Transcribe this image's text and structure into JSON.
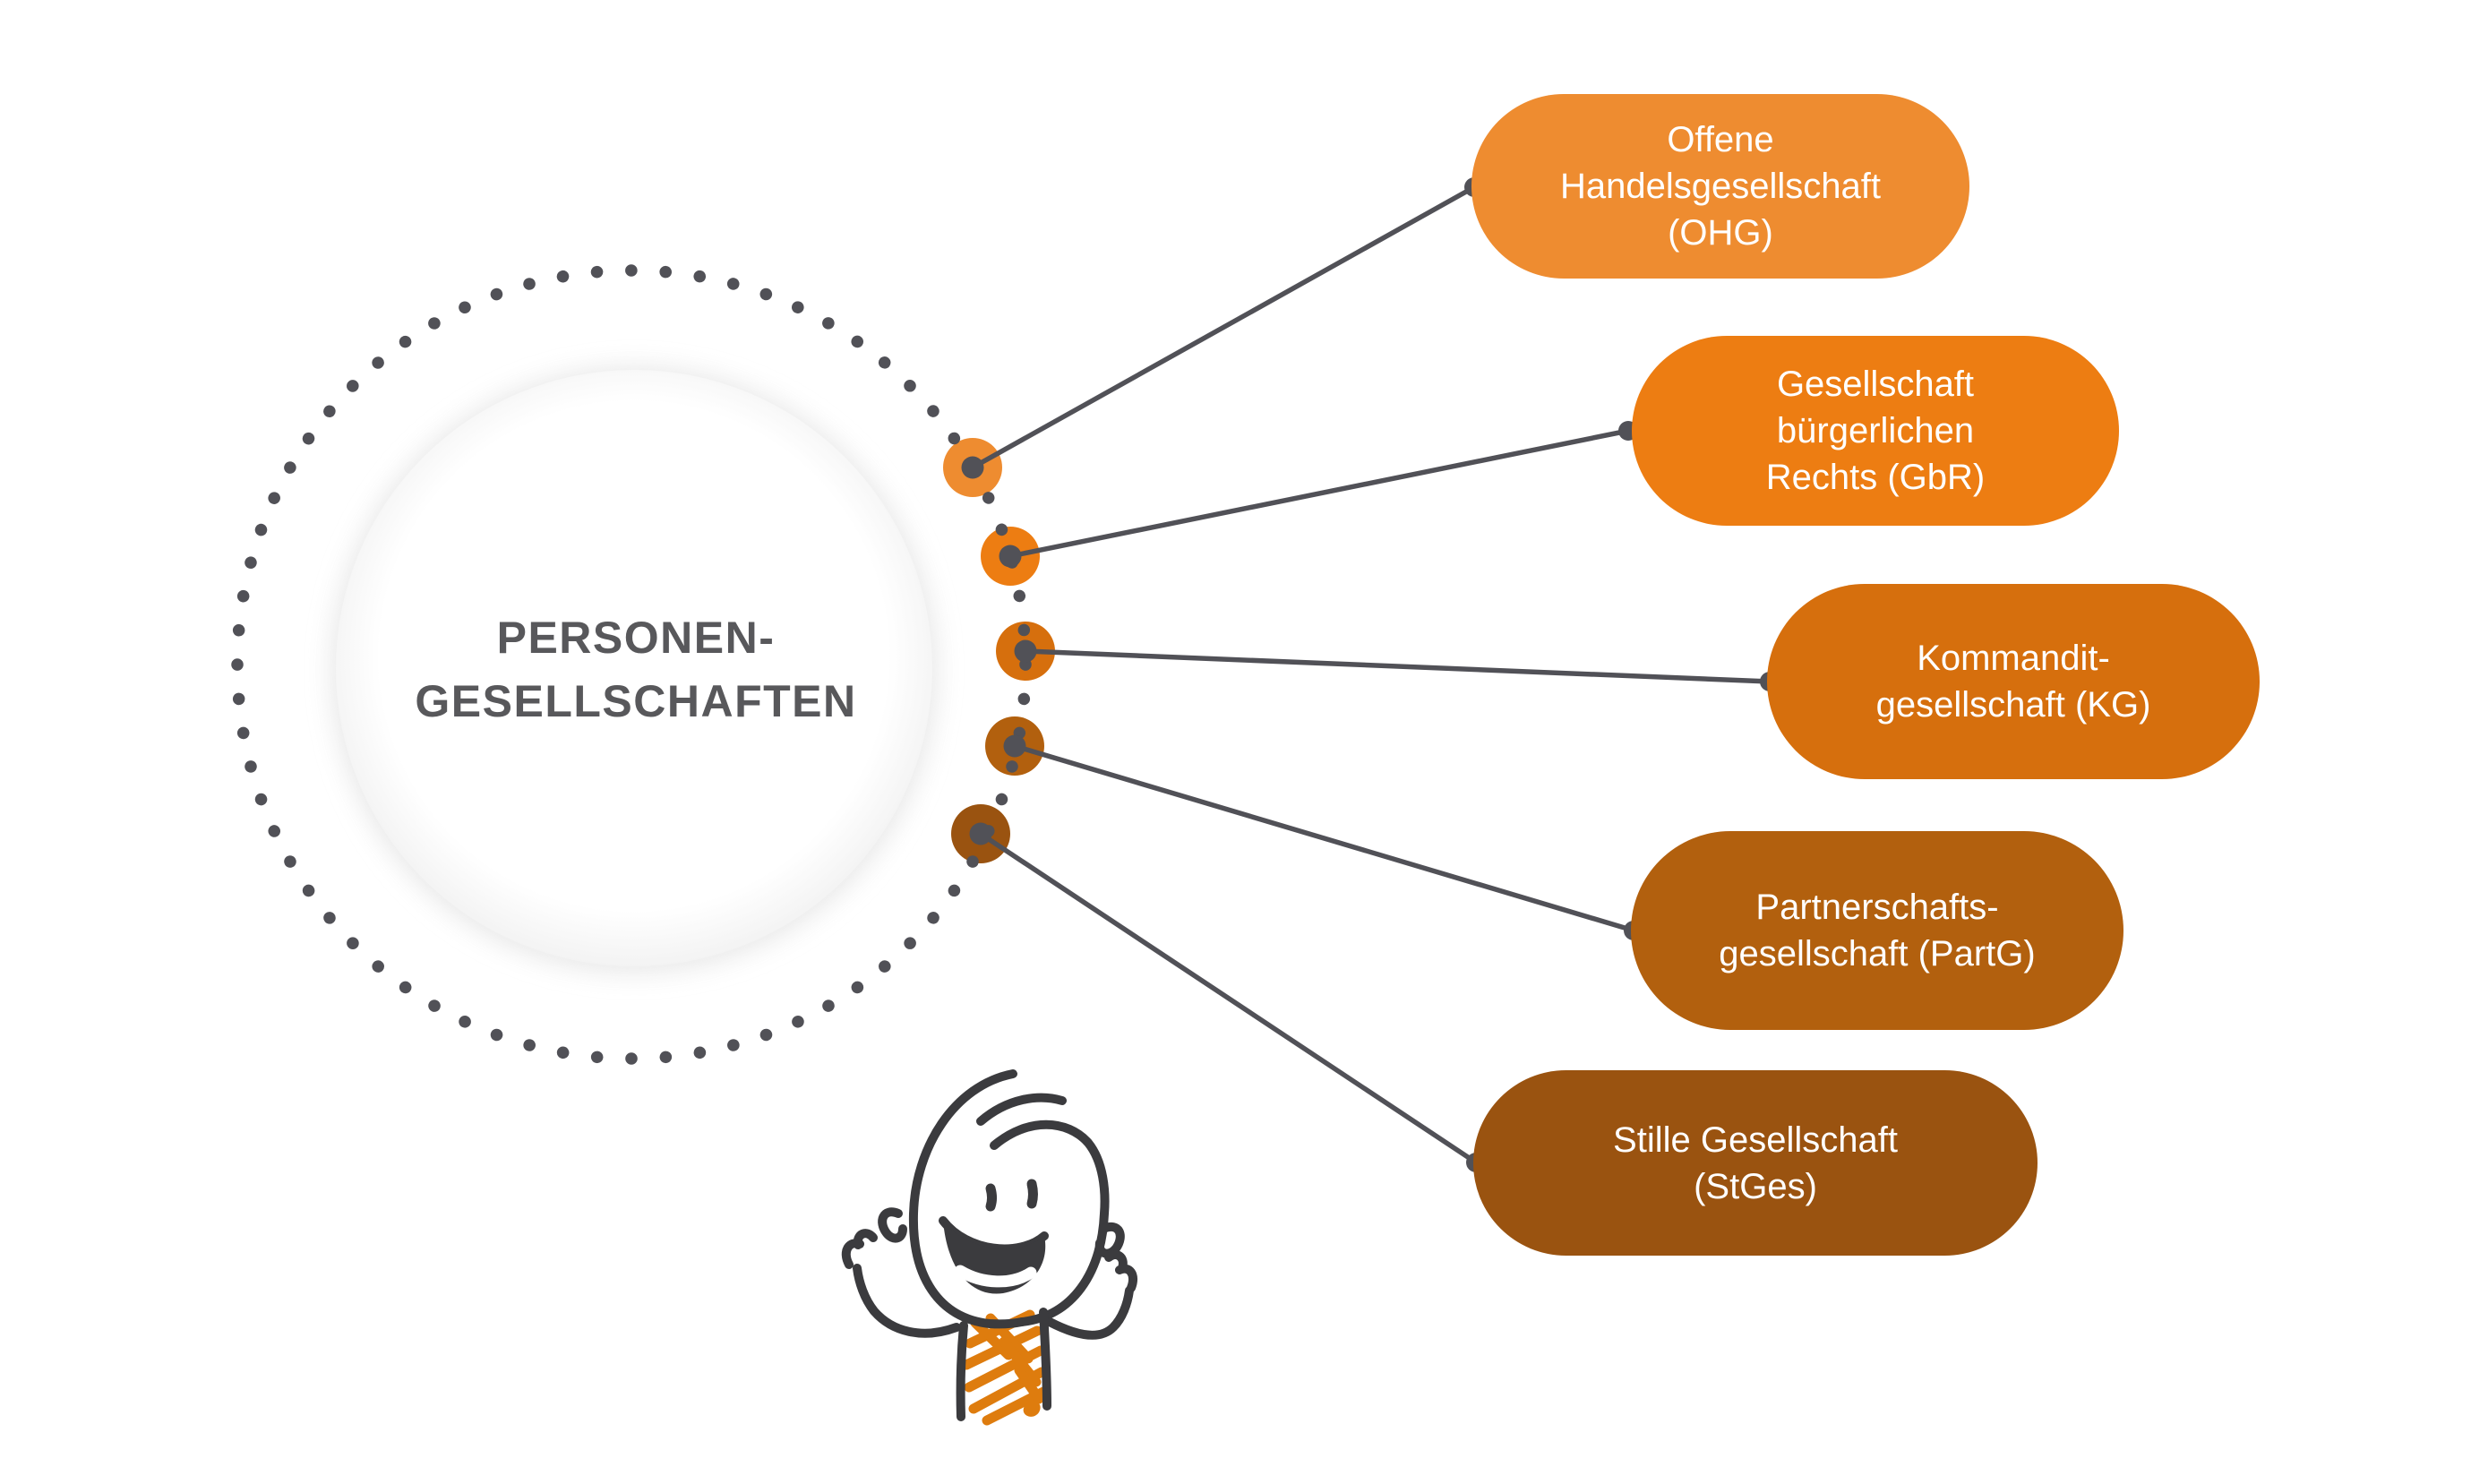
{
  "title": {
    "text": "PERSONEN-\nGESELLSCHAFTEN",
    "color": "#58585B"
  },
  "nodes": [
    {
      "id": "ohg",
      "label": "Offene\nHandelsgesellschaft\n(OHG)",
      "color": "#EE8C30"
    },
    {
      "id": "gbr",
      "label": "Gesellschaft\nbürgerlichen\nRechts (GbR)",
      "color": "#ED7D12"
    },
    {
      "id": "kg",
      "label": "Kommandit-\ngesellschaft (KG)",
      "color": "#D66F0D"
    },
    {
      "id": "partg",
      "label": "Partnerschafts-\ngesellschaft (PartG)",
      "color": "#B2600E"
    },
    {
      "id": "stges",
      "label": "Stille Gesellschaft\n(StGes)",
      "color": "#9A5310"
    }
  ],
  "styles": {
    "background": "#FFFFFF",
    "ring_dot_color": "#515157",
    "connector_color": "#515157",
    "figure_ink_color": "#3B3B3E",
    "figure_scribble_color": "#DE7C0E"
  }
}
